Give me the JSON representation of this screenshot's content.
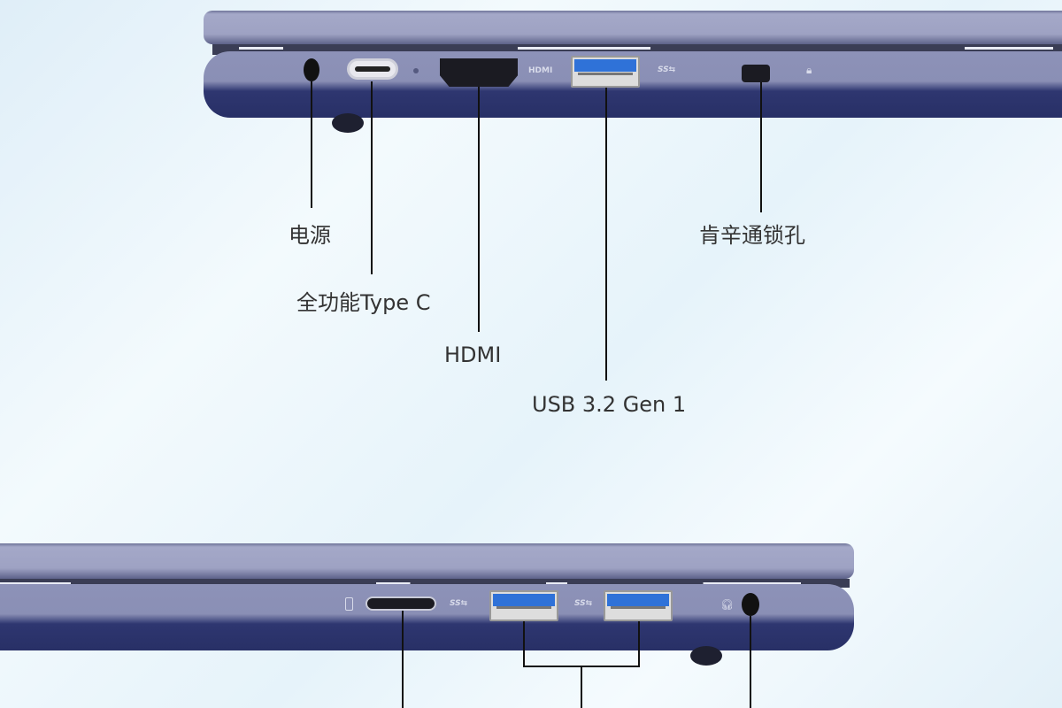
{
  "top_side": {
    "port_marks": {
      "hdmi": "HDMI",
      "ss": "SS⇆"
    },
    "labels": {
      "power": "电源",
      "type_c": "全功能Type C",
      "hdmi": "HDMI",
      "usb": "USB 3.2 Gen 1",
      "lock": "肯辛通锁孔"
    }
  },
  "bottom_side": {
    "port_marks": {
      "ss": "SS⇆"
    }
  },
  "colors": {
    "usb_blue": "#2f72d8",
    "chassis": "#283066",
    "lid": "#9ea2c3"
  }
}
